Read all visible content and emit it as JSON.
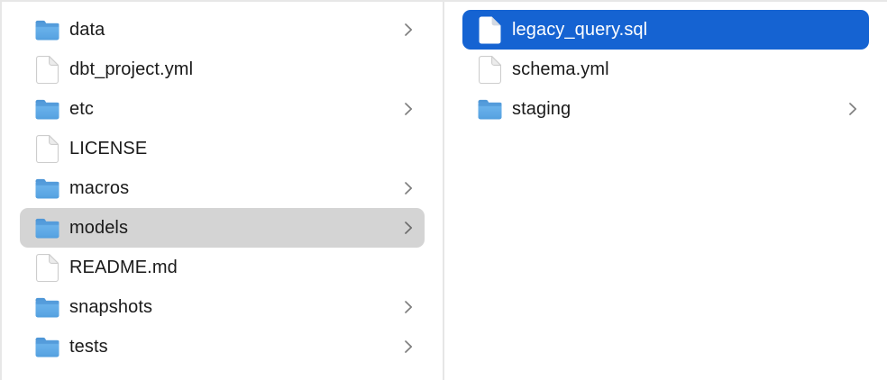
{
  "app": {
    "name": "Finder",
    "view": "column-view"
  },
  "columns": [
    {
      "id": "left",
      "items": [
        {
          "name": "data",
          "type": "folder",
          "has_chevron": true,
          "selected": "none"
        },
        {
          "name": "dbt_project.yml",
          "type": "file",
          "has_chevron": false,
          "selected": "none"
        },
        {
          "name": "etc",
          "type": "folder",
          "has_chevron": true,
          "selected": "none"
        },
        {
          "name": "LICENSE",
          "type": "file",
          "has_chevron": false,
          "selected": "none"
        },
        {
          "name": "macros",
          "type": "folder",
          "has_chevron": true,
          "selected": "none"
        },
        {
          "name": "models",
          "type": "folder",
          "has_chevron": true,
          "selected": "gray"
        },
        {
          "name": "README.md",
          "type": "file",
          "has_chevron": false,
          "selected": "none"
        },
        {
          "name": "snapshots",
          "type": "folder",
          "has_chevron": true,
          "selected": "none"
        },
        {
          "name": "tests",
          "type": "folder",
          "has_chevron": true,
          "selected": "none"
        }
      ]
    },
    {
      "id": "right",
      "items": [
        {
          "name": "legacy_query.sql",
          "type": "file",
          "has_chevron": false,
          "selected": "blue"
        },
        {
          "name": "schema.yml",
          "type": "file",
          "has_chevron": false,
          "selected": "none"
        },
        {
          "name": "staging",
          "type": "folder",
          "has_chevron": true,
          "selected": "none"
        }
      ]
    }
  ],
  "icons": {
    "folder": "folder-icon",
    "file": "document-icon",
    "chevron": "chevron-right-icon"
  },
  "colors": {
    "selection_blue": "#1563d2",
    "selection_gray": "#d4d4d4",
    "selected_text": "#ffffff",
    "text": "#1a1a1a",
    "chevron": "#7f7f7f",
    "divider": "#e6e6e6",
    "window_border": "#e7e7e7",
    "folder_blue_light": "#70b7ee",
    "folder_blue_dark": "#519ddd",
    "folder_tab": "#4f97d7",
    "background": "#ffffff"
  }
}
